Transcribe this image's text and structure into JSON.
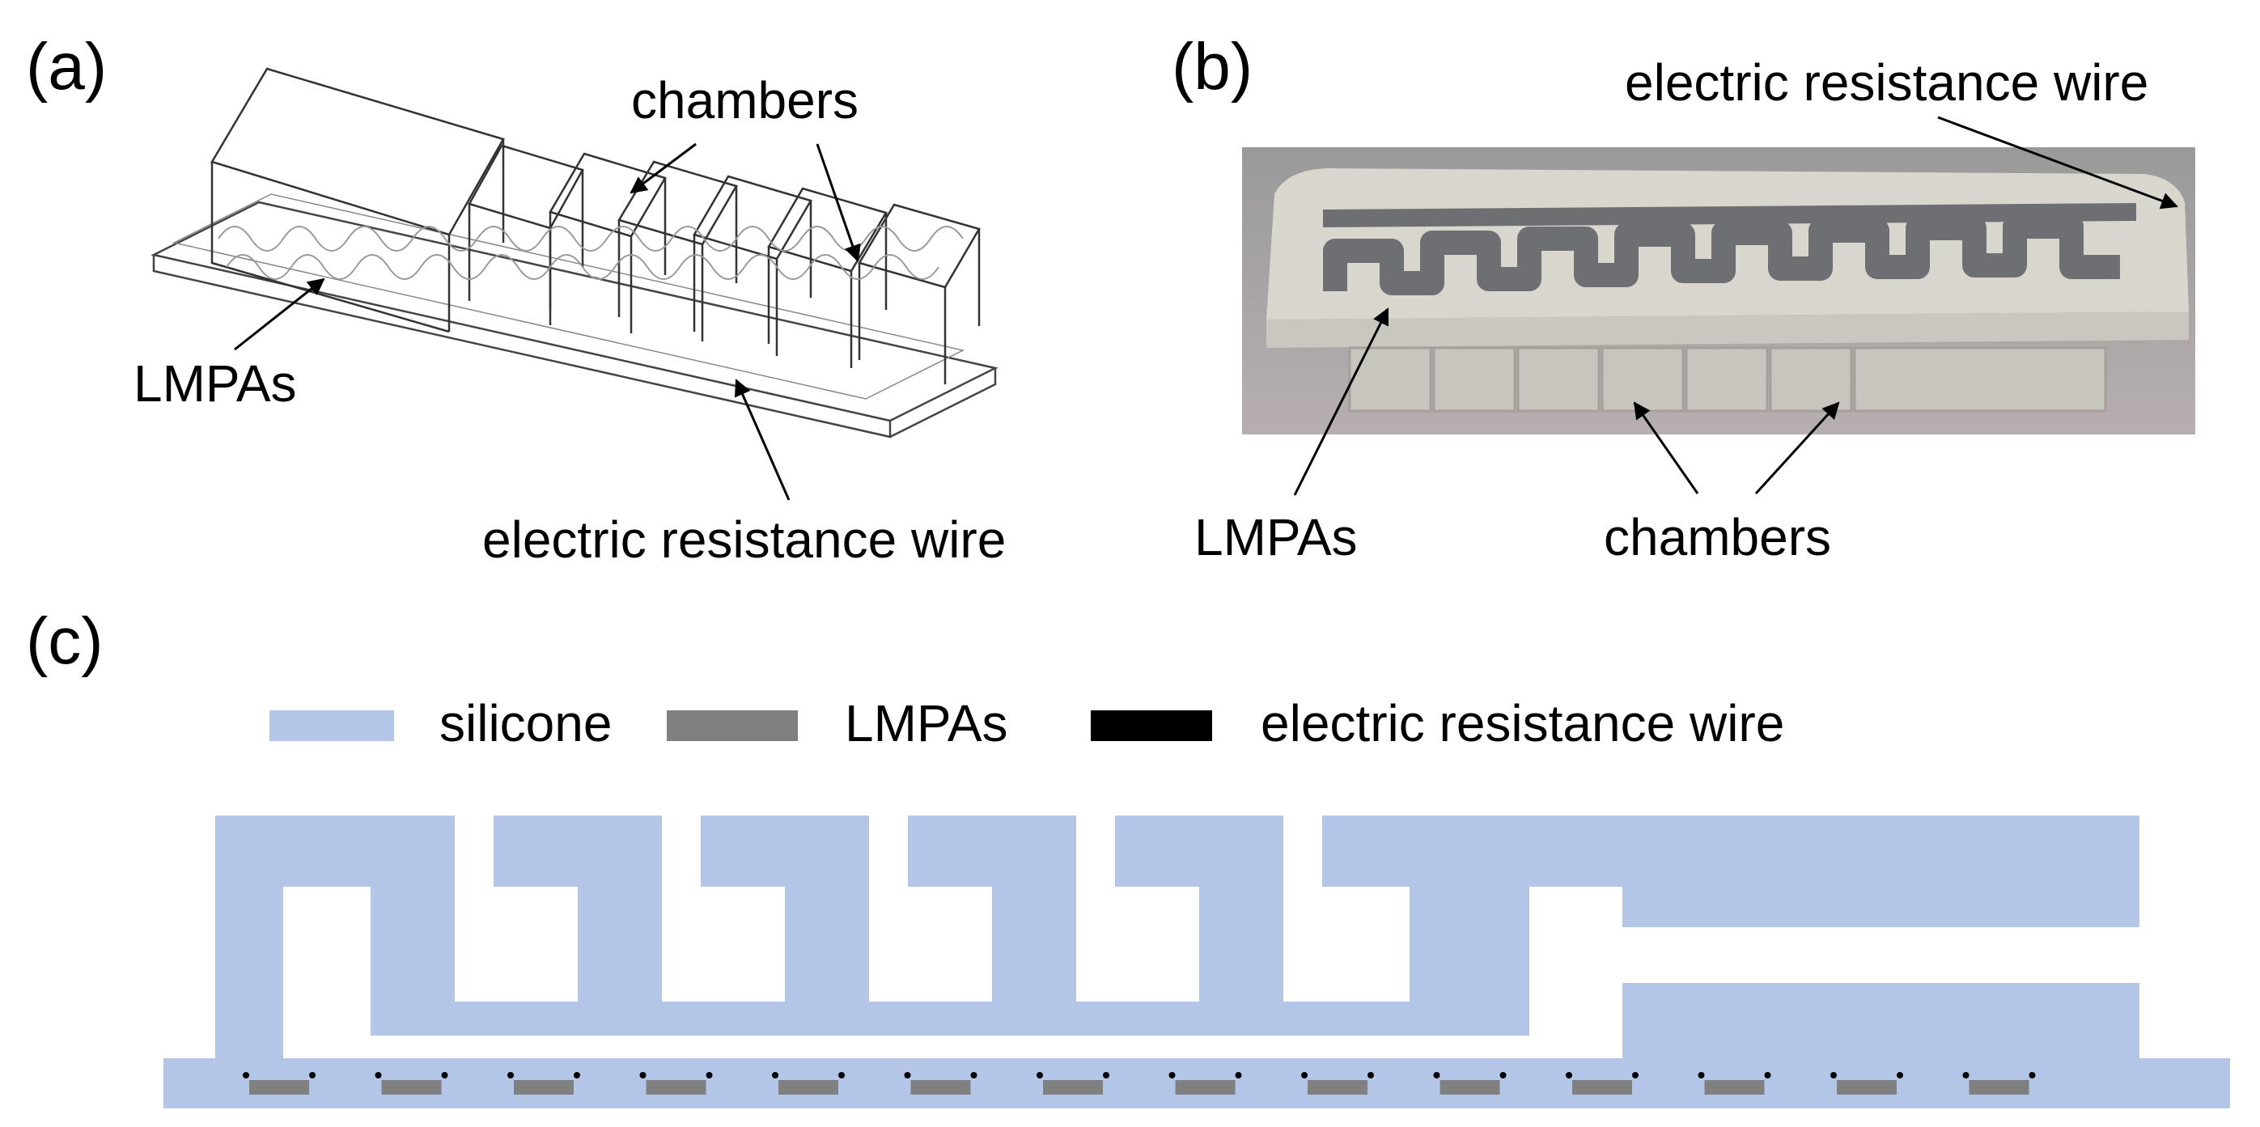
{
  "panels": {
    "a": {
      "label": "(a)",
      "annotations": {
        "chambers": "chambers",
        "lmpas": "LMPAs",
        "wire": "electric resistance wire"
      }
    },
    "b": {
      "label": "(b)",
      "annotations": {
        "wire": "electric resistance wire",
        "lmpas": "LMPAs",
        "chambers": "chambers"
      }
    },
    "c": {
      "label": "(c)",
      "legend": [
        {
          "label": "silicone",
          "color": "#b4c6e7"
        },
        {
          "label": "LMPAs",
          "color": "#808080"
        },
        {
          "label": "electric resistance wire",
          "color": "#000000"
        }
      ]
    }
  }
}
